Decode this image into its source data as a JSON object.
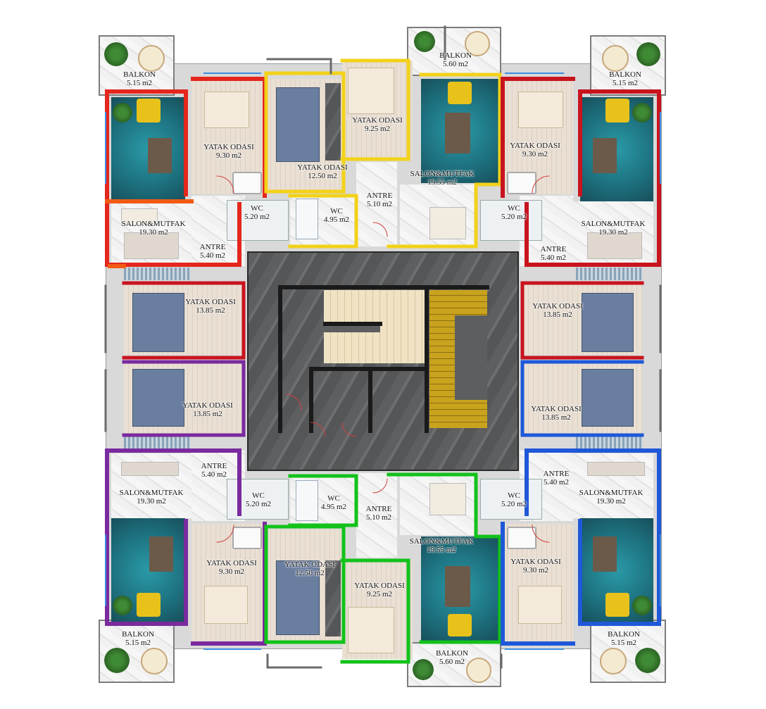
{
  "plan": {
    "rooms": [
      {
        "id": "balkon-tl",
        "name": "BALKON",
        "area": "5.15 m2"
      },
      {
        "id": "balkon-top",
        "name": "BALKON",
        "area": "5.60 m2"
      },
      {
        "id": "balkon-tr",
        "name": "BALKON",
        "area": "5.15 m2"
      },
      {
        "id": "yatak-tl",
        "name": "YATAK ODASI",
        "area": "9.30 m2"
      },
      {
        "id": "yatak-top-yellow",
        "name": "YATAK ODASI",
        "area": "9.25 m2"
      },
      {
        "id": "yatak-top-center",
        "name": "YATAK ODASI",
        "area": "12.50 m2"
      },
      {
        "id": "salon-top-yellow",
        "name": "SALON&MUTFAK",
        "area": "19.55 m2"
      },
      {
        "id": "yatak-tr",
        "name": "YATAK ODASI",
        "area": "9.30 m2"
      },
      {
        "id": "wc-top-left",
        "name": "WC",
        "area": "5.20 m2"
      },
      {
        "id": "wc-top-center",
        "name": "WC",
        "area": "4.95 m2"
      },
      {
        "id": "antre-top-center",
        "name": "ANTRE",
        "area": "5.10 m2"
      },
      {
        "id": "wc-top-right",
        "name": "WC",
        "area": "5.20 m2"
      },
      {
        "id": "salon-tl",
        "name": "SALON&MUTFAK",
        "area": "19.30 m2"
      },
      {
        "id": "salon-tr",
        "name": "SALON&MUTFAK",
        "area": "19.30 m2"
      },
      {
        "id": "antre-ml-top",
        "name": "ANTRE",
        "area": "5.40 m2"
      },
      {
        "id": "antre-mr-top",
        "name": "ANTRE",
        "area": "5.40 m2"
      },
      {
        "id": "yatak-ml-top",
        "name": "YATAK ODASI",
        "area": "13.85 m2"
      },
      {
        "id": "yatak-mr-top",
        "name": "YATAK ODASI",
        "area": "13.85 m2"
      },
      {
        "id": "yatak-ml-bottom",
        "name": "YATAK ODASI",
        "area": "13.85 m2"
      },
      {
        "id": "yatak-mr-bottom",
        "name": "YATAK ODASI",
        "area": "13.85 m2"
      },
      {
        "id": "antre-ml-bottom",
        "name": "ANTRE",
        "area": "5.40 m2"
      },
      {
        "id": "antre-mr-bottom",
        "name": "ANTRE",
        "area": "5.40 m2"
      },
      {
        "id": "salon-bl",
        "name": "SALON&MUTFAK",
        "area": "19.30 m2"
      },
      {
        "id": "salon-br",
        "name": "SALON&MUTFAK",
        "area": "19.30 m2"
      },
      {
        "id": "wc-bottom-left",
        "name": "WC",
        "area": "5.20 m2"
      },
      {
        "id": "wc-bottom-center",
        "name": "WC",
        "area": "4.95 m2"
      },
      {
        "id": "antre-bottom-center",
        "name": "ANTRE",
        "area": "5.10 m2"
      },
      {
        "id": "wc-bottom-right",
        "name": "WC",
        "area": "5.20 m2"
      },
      {
        "id": "salon-bottom-green",
        "name": "SALON&MUTFAK",
        "area": "19.55 m2"
      },
      {
        "id": "yatak-bl",
        "name": "YATAK ODASI",
        "area": "9.30 m2"
      },
      {
        "id": "yatak-bottom-center",
        "name": "YATAK ODASI",
        "area": "12.50 m2"
      },
      {
        "id": "yatak-bottom-green",
        "name": "YATAK ODASI",
        "area": "9.25 m2"
      },
      {
        "id": "yatak-br",
        "name": "YATAK ODASI",
        "area": "9.30 m2"
      },
      {
        "id": "balkon-bl",
        "name": "BALKON",
        "area": "5.15 m2"
      },
      {
        "id": "balkon-bottom",
        "name": "BALKON",
        "area": "5.60 m2"
      },
      {
        "id": "balkon-br",
        "name": "BALKON",
        "area": "5.15 m2"
      }
    ],
    "colors": {
      "unit_red": "#e5261c",
      "unit_orange": "#f25a14",
      "unit_yellow": "#f2d21a",
      "unit_green": "#12c21a",
      "unit_purple": "#7a2a9e",
      "unit_blue": "#1e58d8",
      "unit_dark_red": "#c8141e",
      "wall_black": "#2a2a2a",
      "core_stone": "#5f6163",
      "stair_cream": "#efe3c6",
      "stair_gold": "#c9a21e"
    }
  }
}
